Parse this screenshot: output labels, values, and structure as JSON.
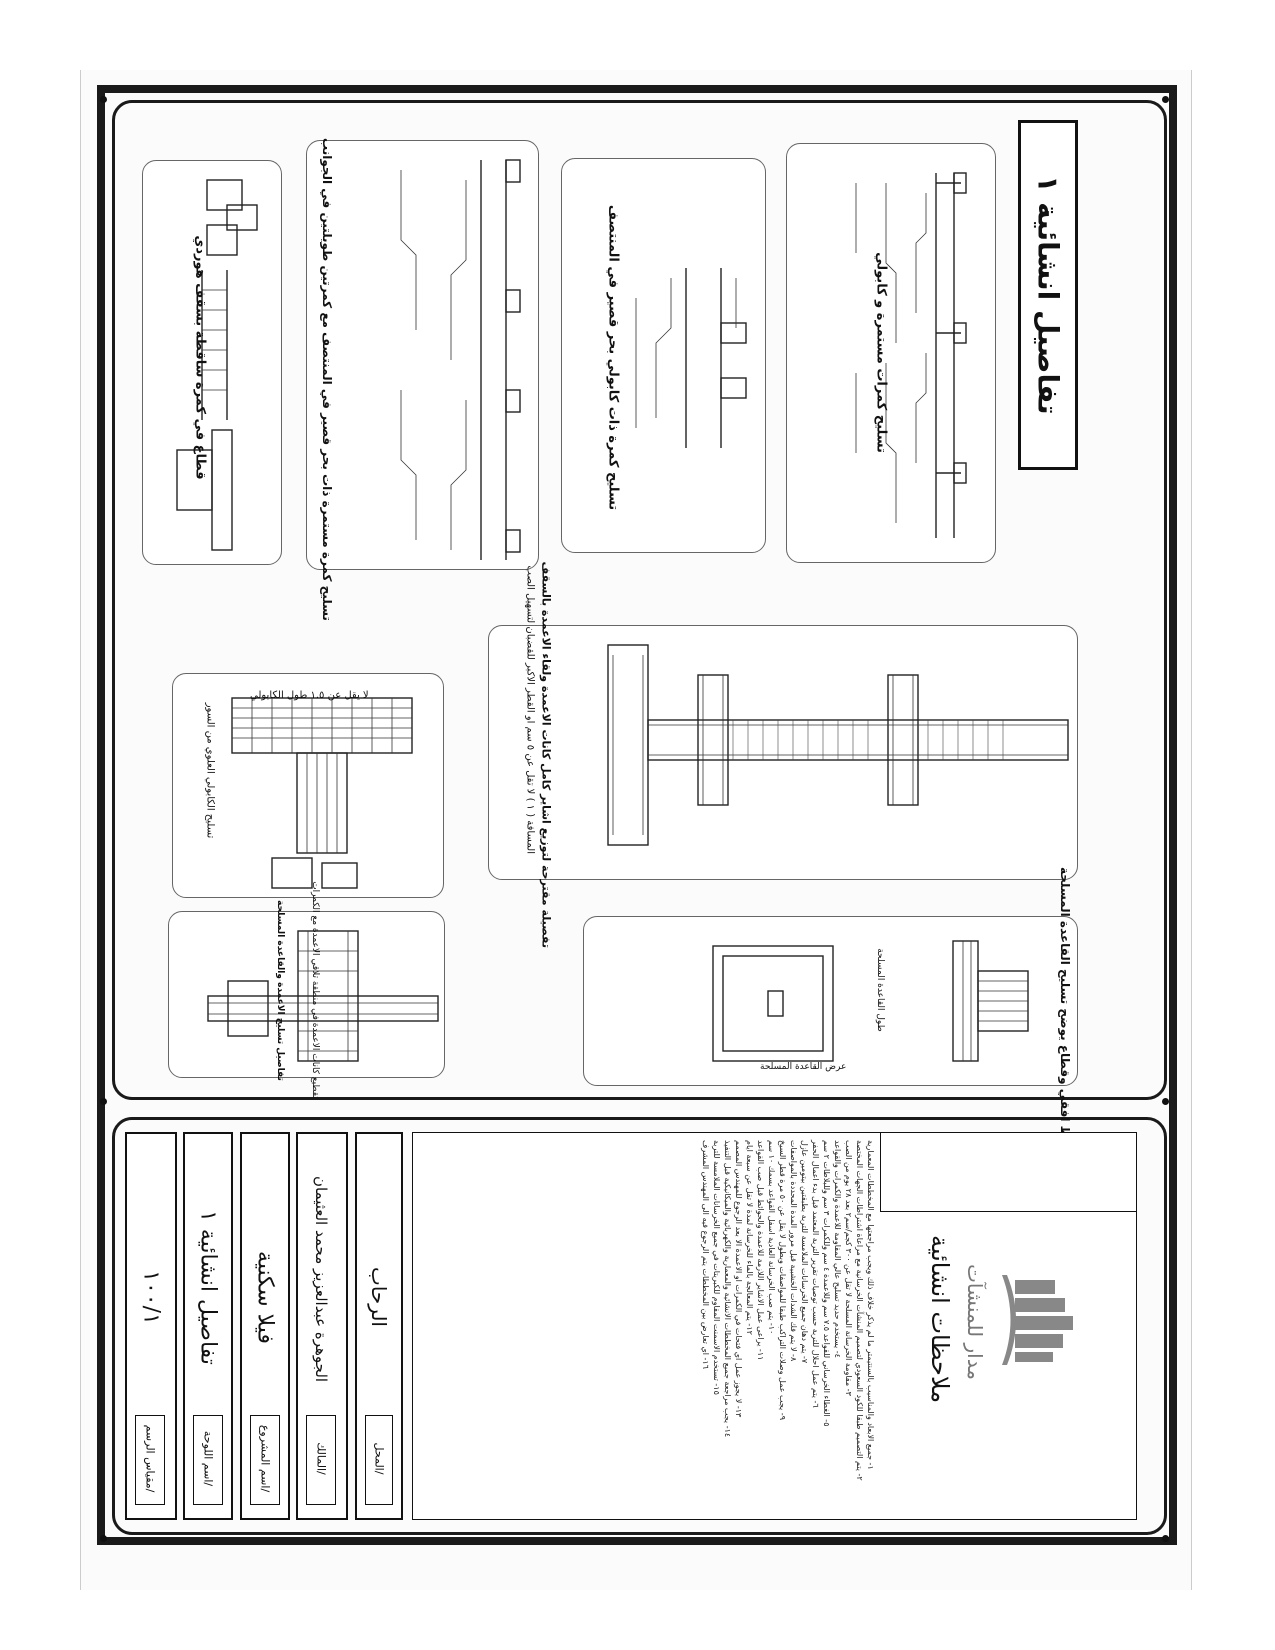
{
  "sheet": {
    "main_title": "تفاصيل انشائية ١"
  },
  "panels": {
    "beams_cantilever_caption": "تسليح كمرات مستمرة و كابولي",
    "beam_cantilever_short_caption": "تسليح كمرة ذات كابولي بحر قصير في المنتصف",
    "beam_continuous_caption": "تسليح كمرة مستمرة ذات بحر قصير في المنتصف مع كمرتين طويلتين في الجوانب",
    "hordi_caption": "قطاع في كمرة ساقطة بسقف هوردي",
    "column_beam_caption": "تفصيلة مقترحة لتوزيع اشاير كامل كانات الاعمدة ولقاء الاعمدة بالسقف",
    "column_beam_note": "المسافة ( ١ ) لا تقل عن ٥ سم او القطر الاكبر للقضبان لتسهيل الصب",
    "cantilever_slab_caption": "لا يقل عن ١.٥ طول الكابولي",
    "cantilever_slab_label": "تسليح الكابولي العلوي من السور",
    "footing_caption": "مسقط افقي وقطاع يوضح تسليح القاعدة المسلحة",
    "footing_width_label": "عرض القاعدة المسلحة",
    "footing_length_label": "طول القاعدة المسلحة",
    "column_footing_caption": "تفاصيل تسليح الاعمدة والقاعدة المسلحة",
    "column_footing_note": "تقطيع كانات الاعمدة في منطقة تلاقي الاعمدة مع الكمرات"
  },
  "titleblock": {
    "notes_title": "ملاحظات انشائية",
    "logo_text": "مدار للمنشآت",
    "fields": [
      {
        "label": "المحل/",
        "value": "الرحاب"
      },
      {
        "label": "المالك/",
        "value": "الجوهرة عبدالعزيز محمد العثيمان"
      },
      {
        "label": "اسم المشروع/",
        "value": "فيلا سكنية"
      },
      {
        "label": "اسم اللوحة/",
        "value": "تفاصيل انشائية ١"
      },
      {
        "label": "مقياس الرسم/",
        "value": "١٠٠/١"
      }
    ],
    "notes_lines": [
      "١- جميع الابعاد والمناسيب بالسنتيمتر ما لم يذكر خلاف ذلك ويجب مراجعتها مع المخططات المعمارية",
      "٢- يتم التصميم طبقا للكود السعودي لتصميم المنشآت الخرسانية مع مراعاة اشتراطات الجهات المختصة",
      "٣- مقاومة الخرسانة المسلحة لا تقل عن ٣٠٠ كجم/سم٢ بعد ٢٨ يوم من الصب",
      "٤- يستخدم حديد تسليح عالي المقاومة للاعمدة والكمرات والقواعد",
      "٥- الغطاء الخرساني للقواعد ٧.٥ سم وللاعمدة ٤ سم وللكمرات ٣ سم وللبلاطات ٢ سم",
      "٦- يتم عمل احلال للتربة حسب توصيات تقرير التربة المعتمد قبل بدء اعمال الحفر",
      "٧- يتم دهان جميع الخرسانات الملامسة للتربة بطبقتين بيتومين عازل",
      "٨- لا يتم فك الشدات الخشبية قبل مرور المدة المحددة بالمواصفات",
      "٩- يجب عمل وصلات التراكب طبقا للمواصفات وبطول لا يقل عن ٥٠ مرة قطر السيخ",
      "١٠- يتم صب الخرسانة العادية اسفل القواعد بسمك ١٠ سم",
      "١١- يراعى عمل الاشاير اللازمة للاعمدة والحوائط قبل صب القواعد",
      "١٢- يتم المعالجة بالماء للخرسانة لمدة لا تقل عن سبعة ايام",
      "١٣- لا يجوز عمل اي فتحات في الكمرات او الاعمدة الا بعد الرجوع للمهندس المصمم",
      "١٤- يجب مراجعة جميع المخططات الانشائية والمعمارية والكهربائية والميكانيكية قبل التنفيذ",
      "١٥- تستخدم الاسمنت المقاوم للكبريتات في جميع الخرسانات الملامسة للتربة",
      "١٦- اي تعارض بين المخططات يتم الرجوع فيه الى المهندس المشرف"
    ]
  }
}
